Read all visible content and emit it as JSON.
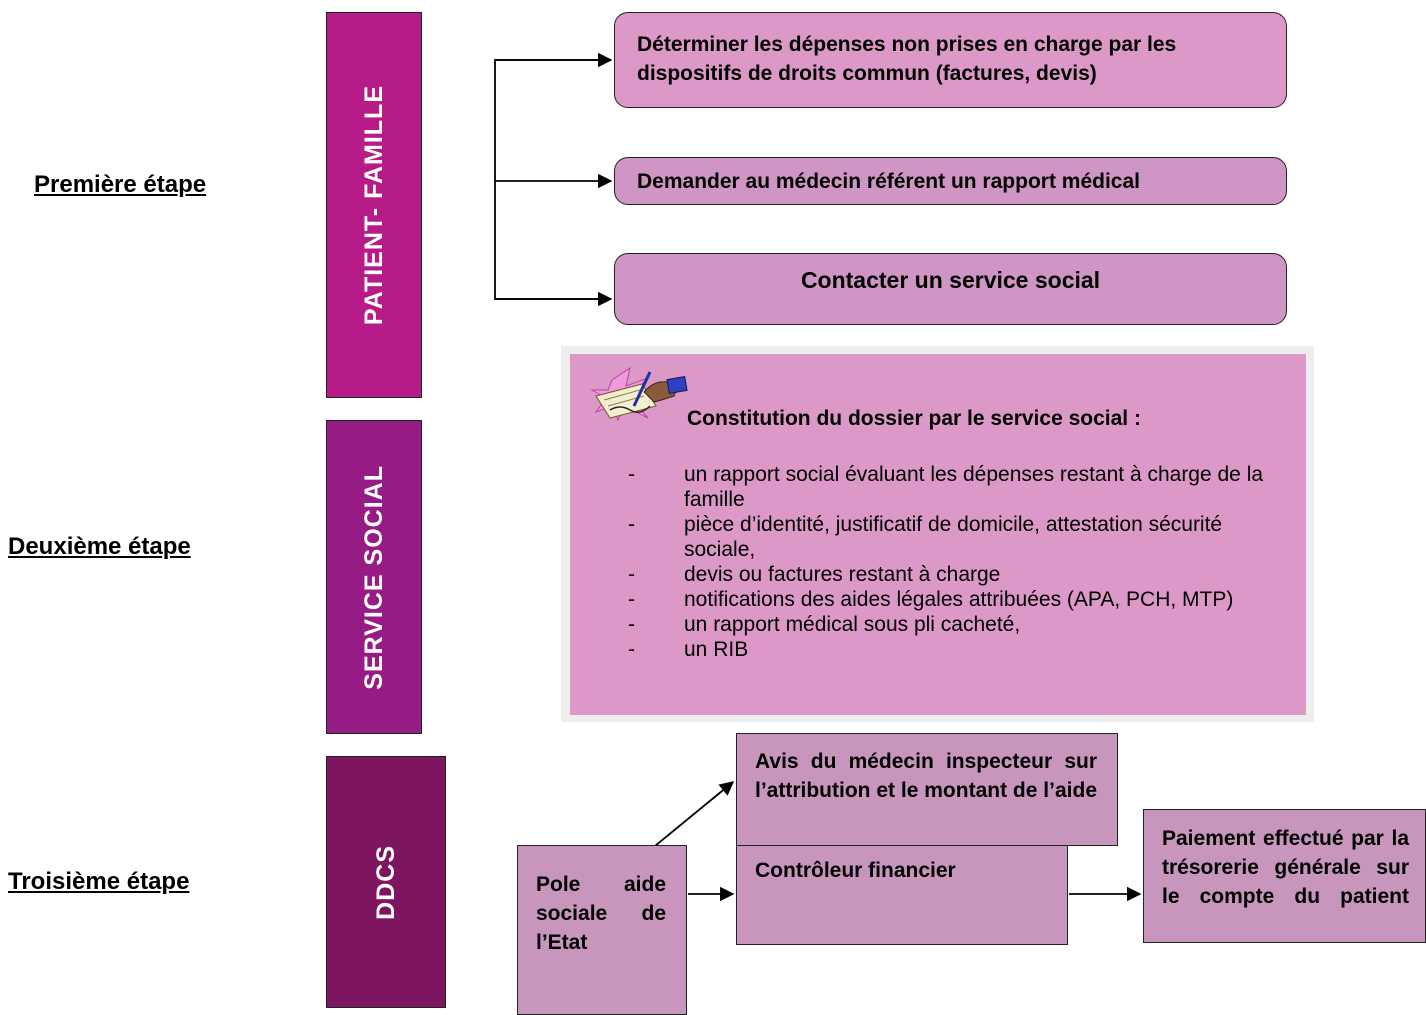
{
  "steps": {
    "first": "Première étape",
    "second": "Deuxième étape",
    "third": "Troisième étape"
  },
  "actors": {
    "patient_famille": "PATIENT- FAMILLE",
    "service_social": "SERVICE SOCIAL",
    "ddcs": "DDCS"
  },
  "step1_boxes": {
    "depenses": "Déterminer les dépenses non prises en charge par les dispositifs de droits commun (factures, devis)",
    "rapport": "Demander au médecin référent un rapport médical",
    "contacter": "Contacter un service social"
  },
  "dossier": {
    "title": "Constitution du dossier par le service social :",
    "items": [
      "un rapport social évaluant les dépenses restant à charge de la famille",
      "pièce d’identité, justificatif de domicile, attestation sécurité sociale,",
      "devis ou factures restant à charge",
      "notifications des aides légales attribuées (APA, PCH, MTP)",
      "un rapport médical sous pli cacheté,",
      "un RIB"
    ],
    "dash": "-"
  },
  "step3_boxes": {
    "avis": "Avis du médecin inspecteur sur l’attribution et le montant de l’aide",
    "pole": "Pole aide sociale de l’Etat",
    "controleur": "Contrôleur financier",
    "paiement": "Paiement effectué par la trésorerie générale sur le compte du patient"
  },
  "colors": {
    "patient_bar": "#b71b87",
    "service_bar": "#961b85",
    "ddcs_bar": "#7d1560",
    "box_light": "#dc99c7",
    "box_mid": "#cf95c5",
    "box_muted": "#c895bd"
  }
}
